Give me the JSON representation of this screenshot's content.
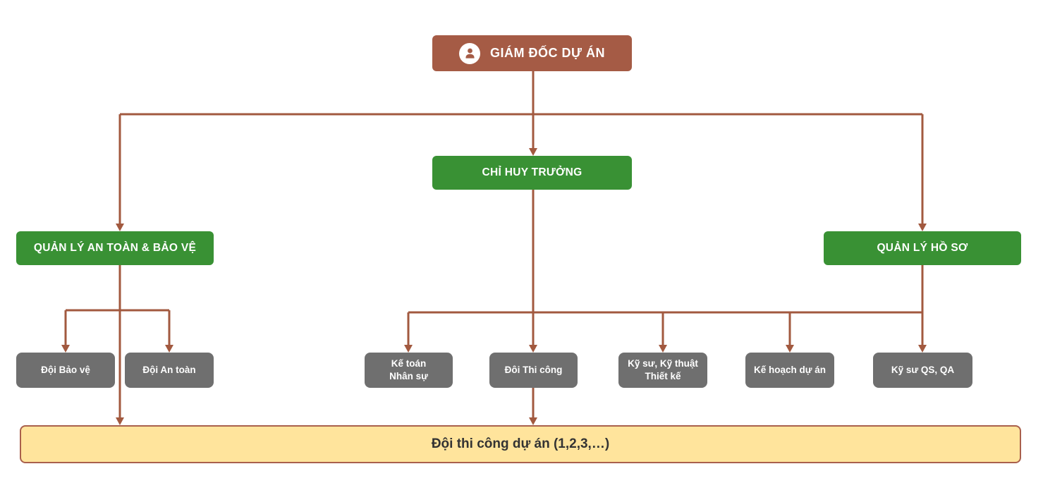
{
  "diagram": {
    "colors": {
      "brown": "#A55B45",
      "green": "#399134",
      "gray": "#6F6F6F",
      "yellow_bg": "#FFE49C",
      "yellow_border": "#A9604C",
      "connector": "#A2593F"
    },
    "director": {
      "label": "GIÁM ĐỐC DỰ ÁN",
      "icon": "person-icon"
    },
    "commander": {
      "label": "CHỈ HUY TRƯỞNG"
    },
    "safety_manager": {
      "label": "QUẢN LÝ AN TOÀN & BẢO VỆ"
    },
    "records_manager": {
      "label": "QUẢN LÝ HỒ SƠ"
    },
    "sub_teams": [
      {
        "label": "Đội Bảo vệ"
      },
      {
        "label": "Đội An toàn"
      },
      {
        "label": "Kế toán\nNhân sự"
      },
      {
        "label": "Đôi Thi công"
      },
      {
        "label": "Kỹ sư, Kỹ thuật\nThiết kế"
      },
      {
        "label": "Kế hoạch dự án"
      },
      {
        "label": "Kỹ sư QS, QA"
      }
    ],
    "construction_teams": {
      "label": "Đội thi công dự án (1,2,3,…)"
    }
  }
}
